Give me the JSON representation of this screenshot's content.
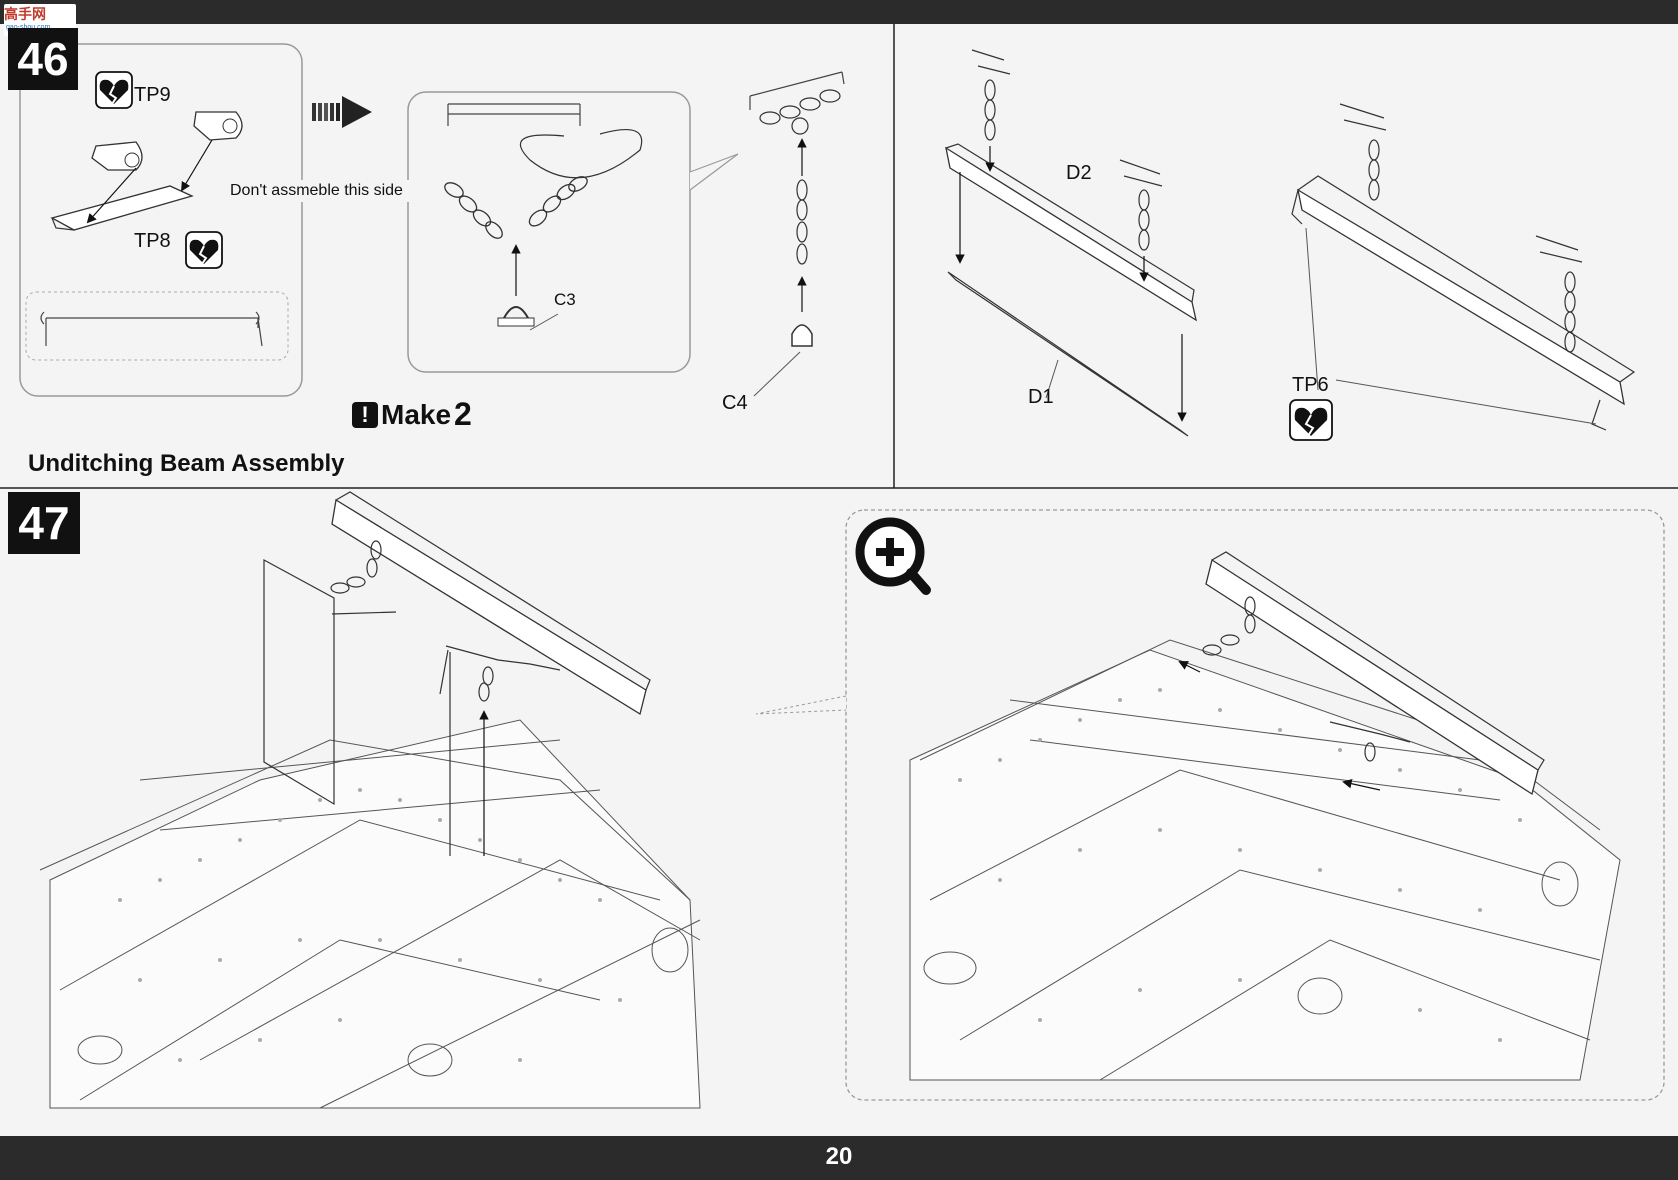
{
  "header": {
    "watermark_title": "高手网",
    "watermark_url": "gao-shou.com"
  },
  "step46": {
    "number": "46",
    "part_tp9": "TP9",
    "part_tp8": "TP8",
    "note": "Don't assmeble this side",
    "part_c3": "C3",
    "part_c4": "C4",
    "make_label": "Make",
    "make_qty": "2",
    "part_d2": "D2",
    "part_d1": "D1",
    "part_tp6": "TP6",
    "section_title": "Unditching Beam Assembly"
  },
  "step47": {
    "number": "47"
  },
  "footer": {
    "page_number": "20"
  },
  "icons": {
    "heart_icon": "broken-heart-icon",
    "zoom_icon": "zoom-in-icon",
    "arrow_icon": "arrow-right-icon"
  },
  "colors": {
    "bar": "#2b2b2b",
    "badge": "#111111",
    "page_bg": "#f4f4f4"
  }
}
